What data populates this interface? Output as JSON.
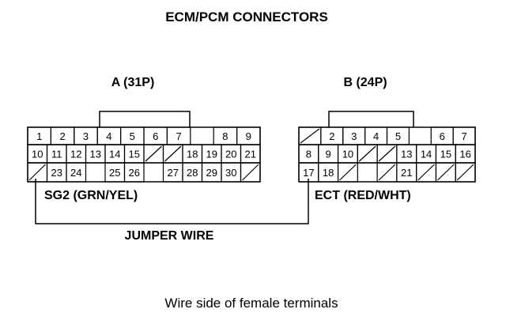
{
  "title": "ECM/PCM CONNECTORS",
  "connectors": [
    {
      "label": "A (31P)",
      "rows": [
        [
          "1",
          "2",
          "3",
          "4",
          "5",
          "6",
          "7",
          "",
          "8",
          "9"
        ],
        [
          "10",
          "11",
          "12",
          "13",
          "14",
          "15",
          "/",
          "/",
          "18",
          "19",
          "20",
          "21"
        ],
        [
          "/",
          "23",
          "24",
          "",
          "25",
          "26",
          "",
          "27",
          "28",
          "29",
          "30",
          "/"
        ]
      ]
    },
    {
      "label": "B (24P)",
      "rows": [
        [
          "/",
          "2",
          "3",
          "4",
          "5",
          "",
          "6",
          "7"
        ],
        [
          "8",
          "9",
          "10",
          "/",
          "/",
          "13",
          "14",
          "15",
          "16"
        ],
        [
          "17",
          "18",
          "/",
          "",
          "/",
          "21",
          "/",
          "/",
          "/"
        ]
      ]
    }
  ],
  "left_terminal_label": "SG2 (GRN/YEL)",
  "right_terminal_label": "ECT (RED/WHT)",
  "jumper_label": "JUMPER WIRE",
  "footer": "Wire side of female terminals"
}
